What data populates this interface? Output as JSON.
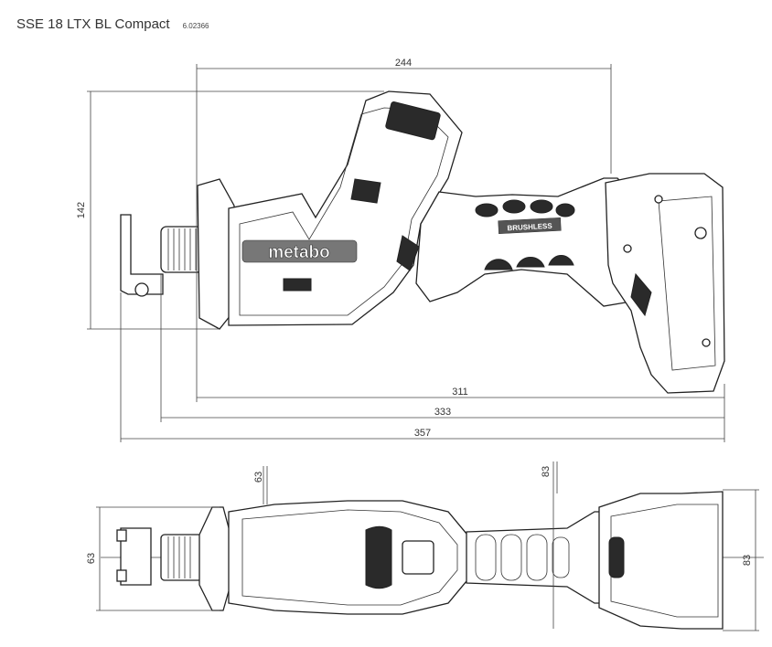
{
  "header": {
    "title": "SSE 18 LTX BL Compact",
    "code": "6.02366"
  },
  "dimensions": {
    "top_width": "244",
    "height": "142",
    "length_311": "311",
    "length_333": "333",
    "length_357": "357",
    "blade_width": "63",
    "body_width": "63",
    "battery_width": "83",
    "battery_side": "83"
  },
  "branding": {
    "logo": "metabo",
    "badge": "BRUSHLESS"
  }
}
